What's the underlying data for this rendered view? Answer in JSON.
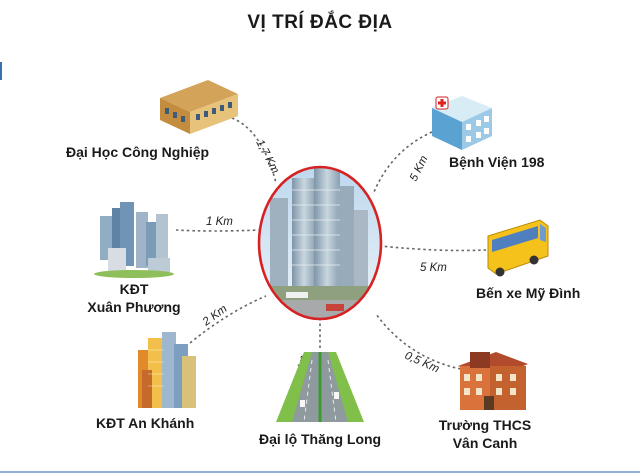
{
  "title": "VỊ TRÍ ĐẮC ĐỊA",
  "colors": {
    "ring": "#d62222",
    "connector": "#666666",
    "accent_bottom": "#8fb3d6"
  },
  "locations": {
    "dai_hoc": {
      "name": "Đại Học Công Nghiệp",
      "distance": "1,7 Km",
      "icon": "university-building-icon"
    },
    "xuan_phuong": {
      "name_line1": "KĐT",
      "name_line2": "Xuân Phương",
      "distance": "1 Km",
      "icon": "skyscrapers-icon"
    },
    "an_khanh": {
      "name": "KĐT An Khánh",
      "distance": "2 Km",
      "icon": "city-towers-icon"
    },
    "thang_long": {
      "name": "Đại lộ Thăng Long",
      "distance": "1,5 Km",
      "icon": "highway-icon"
    },
    "thcs": {
      "name_line1": "Trường THCS",
      "name_line2": "Vân Canh",
      "distance": "0,5 Km",
      "icon": "school-building-icon"
    },
    "my_dinh": {
      "name": "Bến xe Mỹ Đình",
      "distance": "5 Km",
      "icon": "bus-icon"
    },
    "benh_vien": {
      "name": "Bệnh Viện 198",
      "distance": "5 Km",
      "icon": "hospital-icon"
    }
  }
}
